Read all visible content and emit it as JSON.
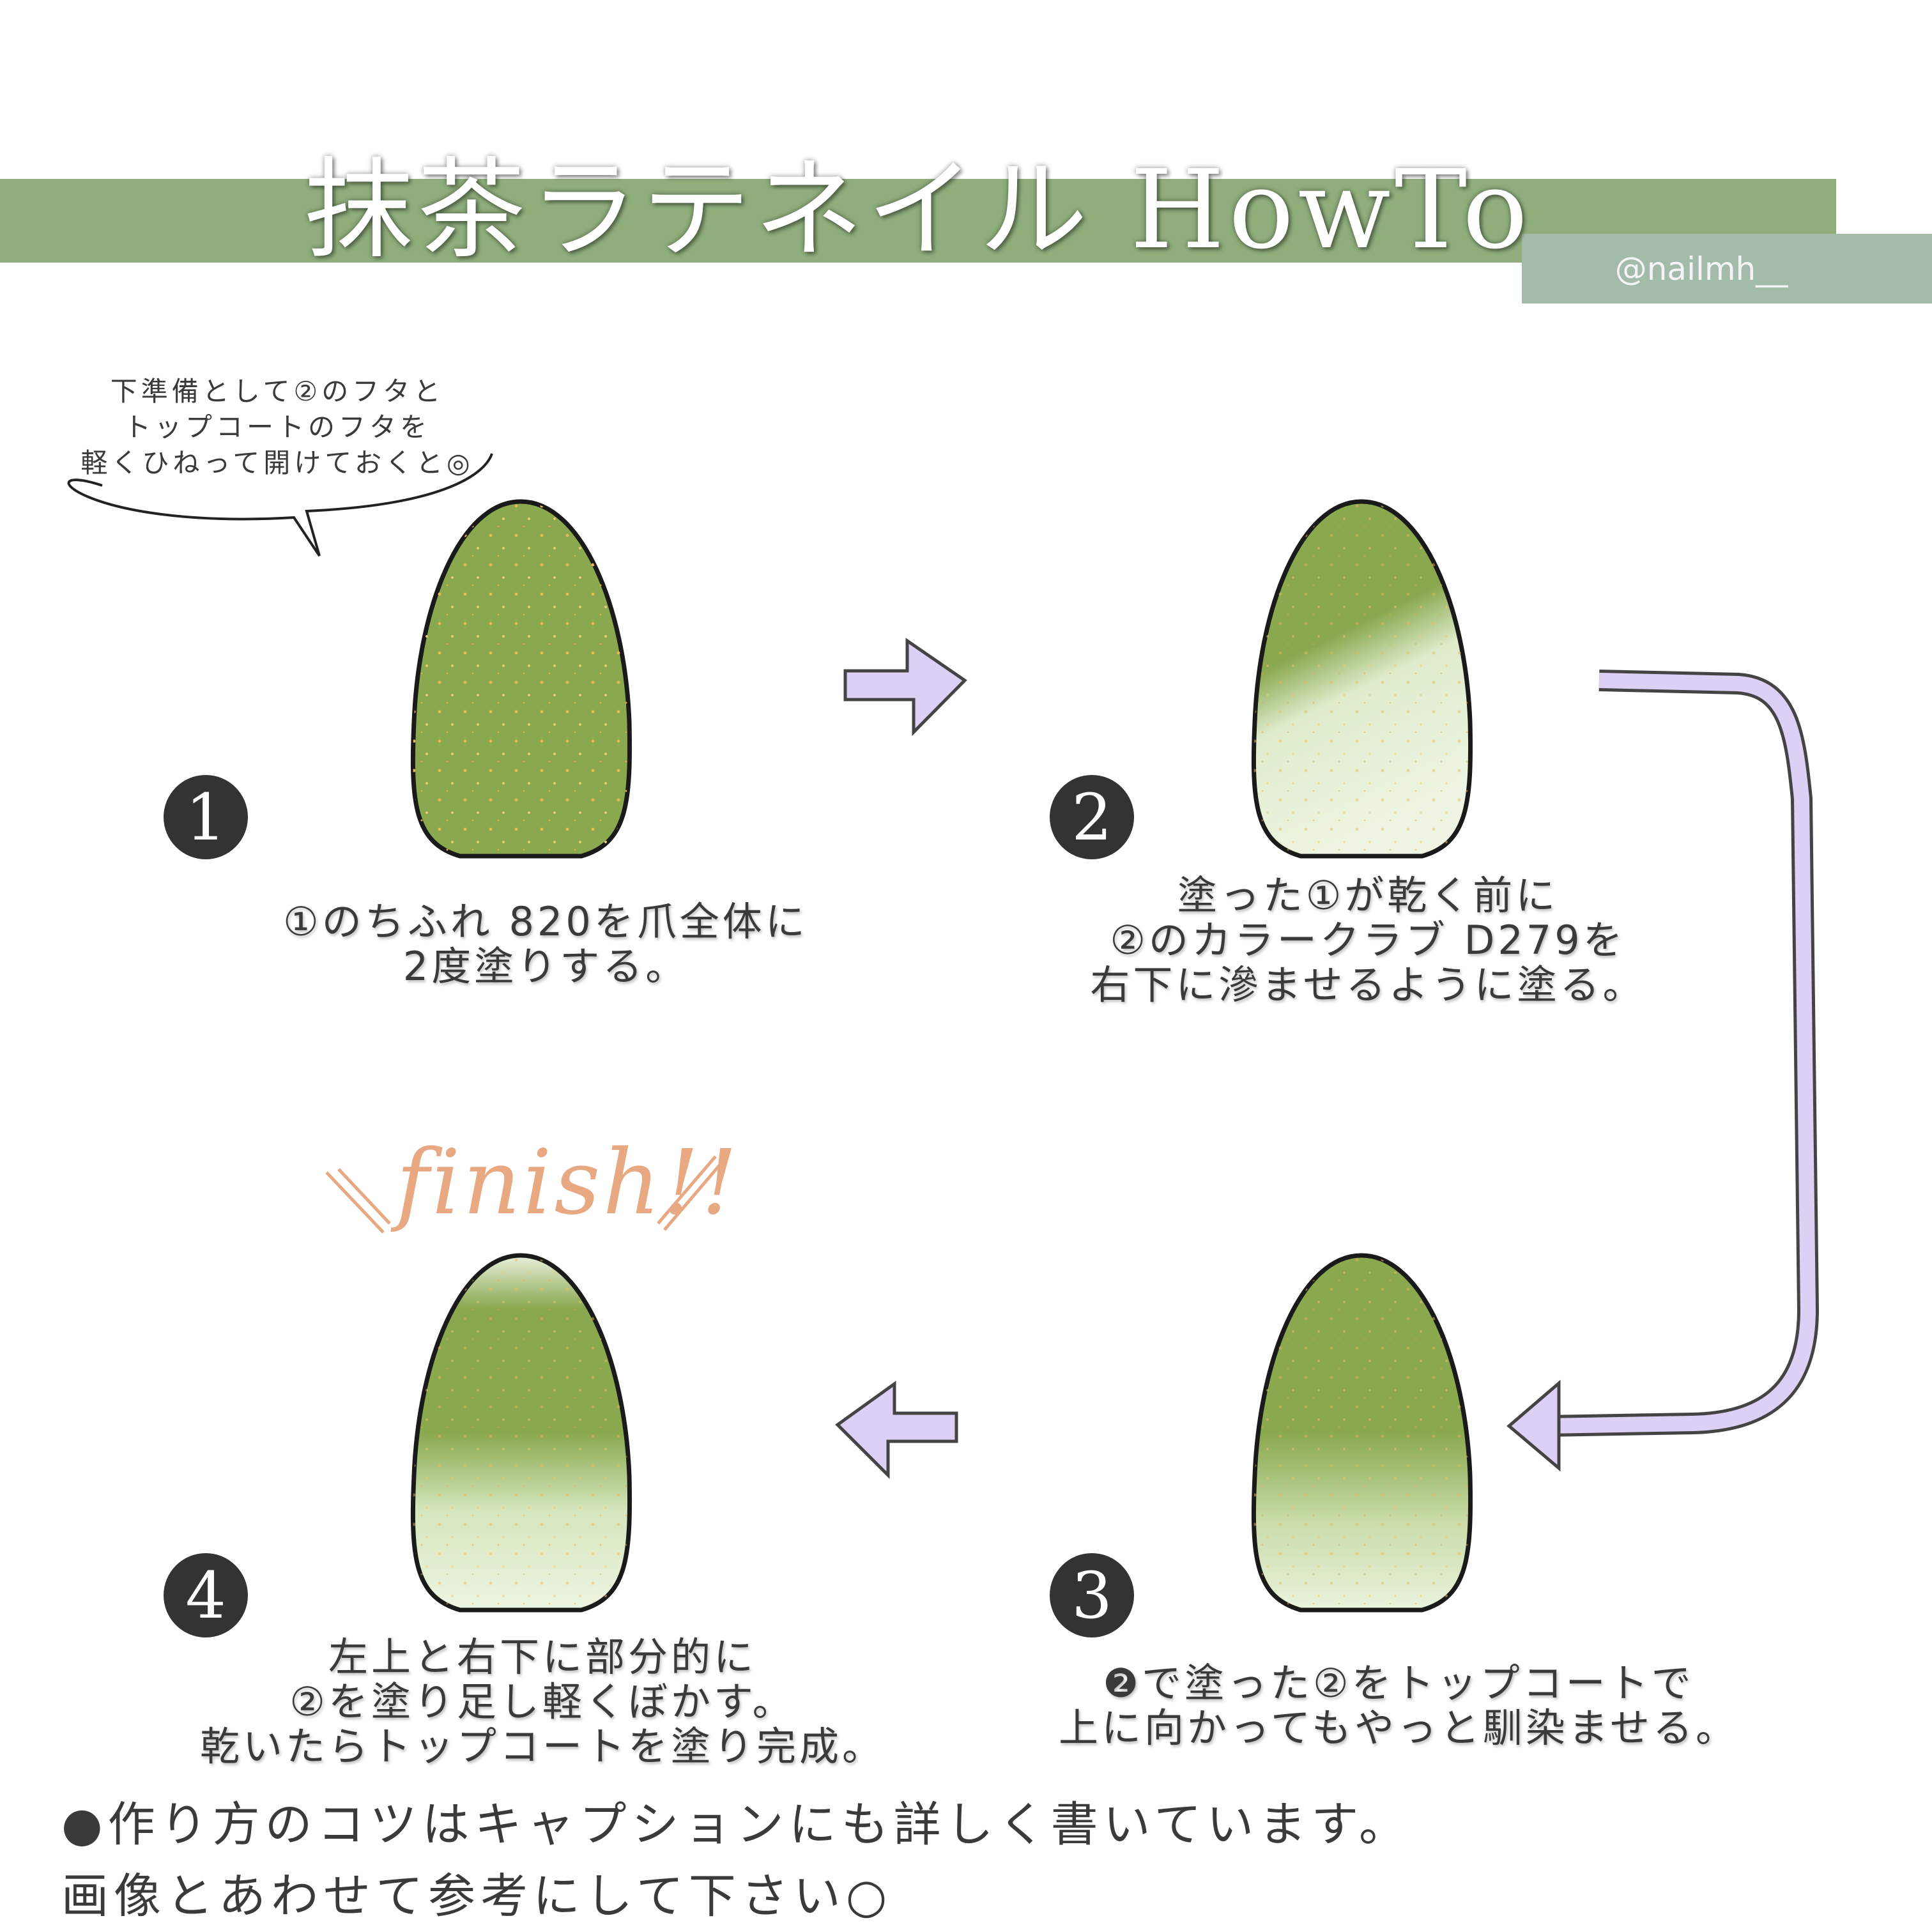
{
  "header": {
    "title": "抹茶ラテネイル HowTo",
    "handle": "@nailmh__"
  },
  "bubble": {
    "lines": [
      "下準備として②のフタと",
      "トップコートのフタを",
      "軽くひねって開けておくと◎"
    ]
  },
  "steps": [
    {
      "number": "1",
      "lines": [
        "①のちふれ 820を爪全体に",
        "2度塗りする。"
      ]
    },
    {
      "number": "2",
      "lines": [
        "塗った①が乾く前に",
        "②のカラークラブ D279を",
        "右下に滲ませるように塗る。"
      ]
    },
    {
      "number": "3",
      "lines": [
        "❷で塗った②をトップコートで",
        "上に向かってもやっと馴染ませる。"
      ]
    },
    {
      "number": "4",
      "lines": [
        "左上と右下に部分的に",
        "②を塗り足し軽くぼかす。",
        "乾いたらトップコートを塗り完成。"
      ]
    }
  ],
  "finish": "finish!!",
  "footer": {
    "lines": [
      "●作り方のコツはキャプションにも詳しく書いています。",
      "画像とあわせて参考にして下さい○"
    ]
  },
  "colors": {
    "matcha": "#8aa84e",
    "milk": "#e4efd6",
    "arrow": "#ddd0f5",
    "bar": "#8fae7c"
  }
}
